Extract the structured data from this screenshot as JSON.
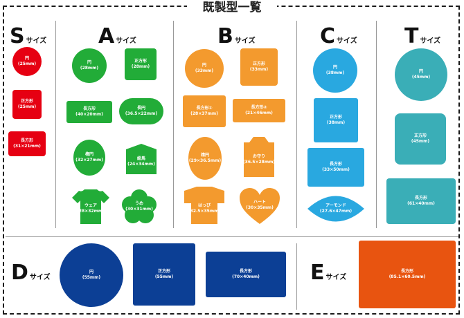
{
  "title": "既製型一覧",
  "colors": {
    "red": "#e60012",
    "green": "#22ac38",
    "orange": "#f39a2e",
    "cyan": "#29a8e0",
    "teal": "#3aaeb7",
    "navy": "#0c3f95",
    "darkorange": "#e85410"
  },
  "sizes": {
    "S": {
      "letter": "S",
      "suffix": "サイズ",
      "items": [
        {
          "name": "円",
          "size": "(25mm)"
        },
        {
          "name": "正方形",
          "size": "(25mm)"
        },
        {
          "name": "長方形",
          "size": "(31×21mm)"
        }
      ]
    },
    "A": {
      "letter": "A",
      "suffix": "サイズ",
      "items": [
        {
          "name": "円",
          "size": "(28mm)"
        },
        {
          "name": "正方形",
          "size": "(28mm)"
        },
        {
          "name": "長方形",
          "size": "(40×20mm)"
        },
        {
          "name": "長円",
          "size": "(36.5×22mm)"
        },
        {
          "name": "楕円",
          "size": "(32×27mm)"
        },
        {
          "name": "絵馬",
          "size": "(24×34mm)"
        },
        {
          "name": "ウェア",
          "size": "(28×32mm)"
        },
        {
          "name": "うめ",
          "size": "(30×31mm)"
        }
      ]
    },
    "B": {
      "letter": "B",
      "suffix": "サイズ",
      "items": [
        {
          "name": "円",
          "size": "(33mm)"
        },
        {
          "name": "正方形",
          "size": "(33mm)"
        },
        {
          "name": "長方形①",
          "size": "(28×37mm)"
        },
        {
          "name": "長方形②",
          "size": "(21×46mm)"
        },
        {
          "name": "楕円",
          "size": "(29×36.5mm)"
        },
        {
          "name": "お守り",
          "size": "(36.5×28mm)"
        },
        {
          "name": "はっぴ",
          "size": "(32.5×35mm)"
        },
        {
          "name": "ハート",
          "size": "(30×35mm)"
        }
      ]
    },
    "C": {
      "letter": "C",
      "suffix": "サイズ",
      "items": [
        {
          "name": "円",
          "size": "(38mm)"
        },
        {
          "name": "正方形",
          "size": "(38mm)"
        },
        {
          "name": "長方形",
          "size": "(33×50mm)"
        },
        {
          "name": "アーモンド",
          "size": "(27.6×47mm)"
        }
      ]
    },
    "T": {
      "letter": "T",
      "suffix": "サイズ",
      "items": [
        {
          "name": "円",
          "size": "(45mm)"
        },
        {
          "name": "正方形",
          "size": "(45mm)"
        },
        {
          "name": "長方形",
          "size": "(61×40mm)"
        }
      ]
    },
    "D": {
      "letter": "D",
      "suffix": "サイズ",
      "items": [
        {
          "name": "円",
          "size": "(55mm)"
        },
        {
          "name": "正方形",
          "size": "(55mm)"
        },
        {
          "name": "長方形",
          "size": "(70×40mm)"
        }
      ]
    },
    "E": {
      "letter": "E",
      "suffix": "サイズ",
      "items": [
        {
          "name": "長方形",
          "size": "(85.1×60.5mm)"
        }
      ]
    }
  }
}
